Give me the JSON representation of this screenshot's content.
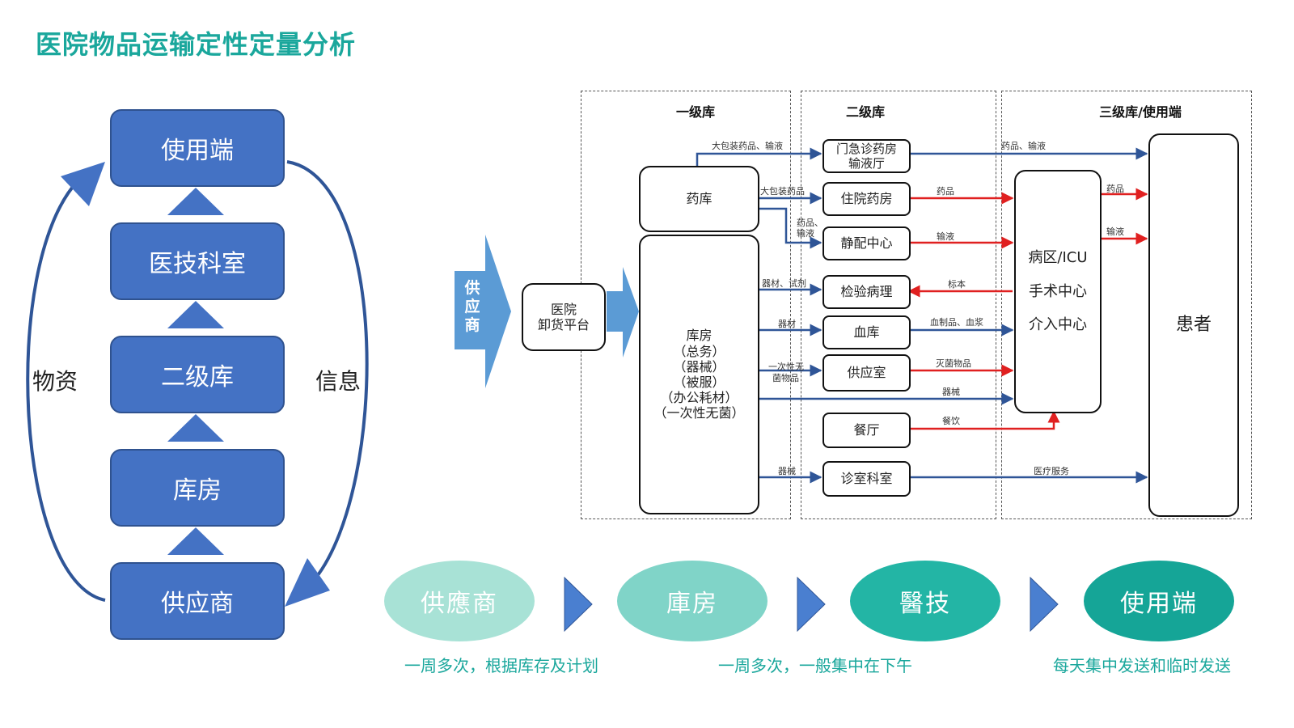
{
  "title": "医院物品运输定性定量分析",
  "left_stack": {
    "levels": [
      "使用端",
      "医技科室",
      "二级库",
      "库房",
      "供应商"
    ],
    "left_label": "物资",
    "right_label": "信息"
  },
  "flow": {
    "supplier_arrow": "供\n应\n商",
    "dock": "医院\n卸货平台",
    "headers": [
      "一级库",
      "二级库",
      "三级库/使用端"
    ],
    "level1": {
      "pharmacy": "药库",
      "warehouse": "库房\n（总务）\n（器械）\n（被服）\n（办公耗材）\n（一次性无菌）"
    },
    "level2": [
      "门急诊药房\n输液厅",
      "住院药房",
      "静配中心",
      "检验病理",
      "血库",
      "供应室",
      "餐厅",
      "诊室科室"
    ],
    "ward": [
      "病区/ICU",
      "手术中心",
      "介入中心"
    ],
    "patient": "患者",
    "edge_labels": {
      "bulk_drugs_infusion": "大包装药品、输液",
      "bulk_drugs": "大包装药品",
      "drugs_infusion_a": "药品、",
      "drugs_infusion_b": "输液",
      "equipment_reagent": "器材、试剂",
      "equipment": "器材",
      "sterile_a": "一次性无",
      "sterile_b": "菌物品",
      "instruments": "器械",
      "drugs_infusion_out": "药品、输液",
      "drugs": "药品",
      "infusion": "输液",
      "drugs_to_patient": "药品",
      "infusion_to_patient": "输液",
      "specimen": "标本",
      "blood": "血制品、血浆",
      "sterilized": "灭菌物品",
      "instruments_out": "器械",
      "catering": "餐饮",
      "medical_service": "医疗服务"
    }
  },
  "bottom": {
    "stages": [
      "供應商",
      "庫房",
      "醫技",
      "使用端"
    ],
    "captions": [
      "一周多次，根据库存及计划",
      "一周多次，一般集中在下午",
      "每天集中发送和临时发送"
    ]
  },
  "colors": {
    "title": "#1aa79c",
    "box_blue": "#4472c4",
    "arrow_dark": "#2f5597",
    "arrow_red": "#e02020",
    "stage_colors": [
      "#a8e2d6",
      "#80d4c8",
      "#23b5a5",
      "#15a597"
    ]
  }
}
